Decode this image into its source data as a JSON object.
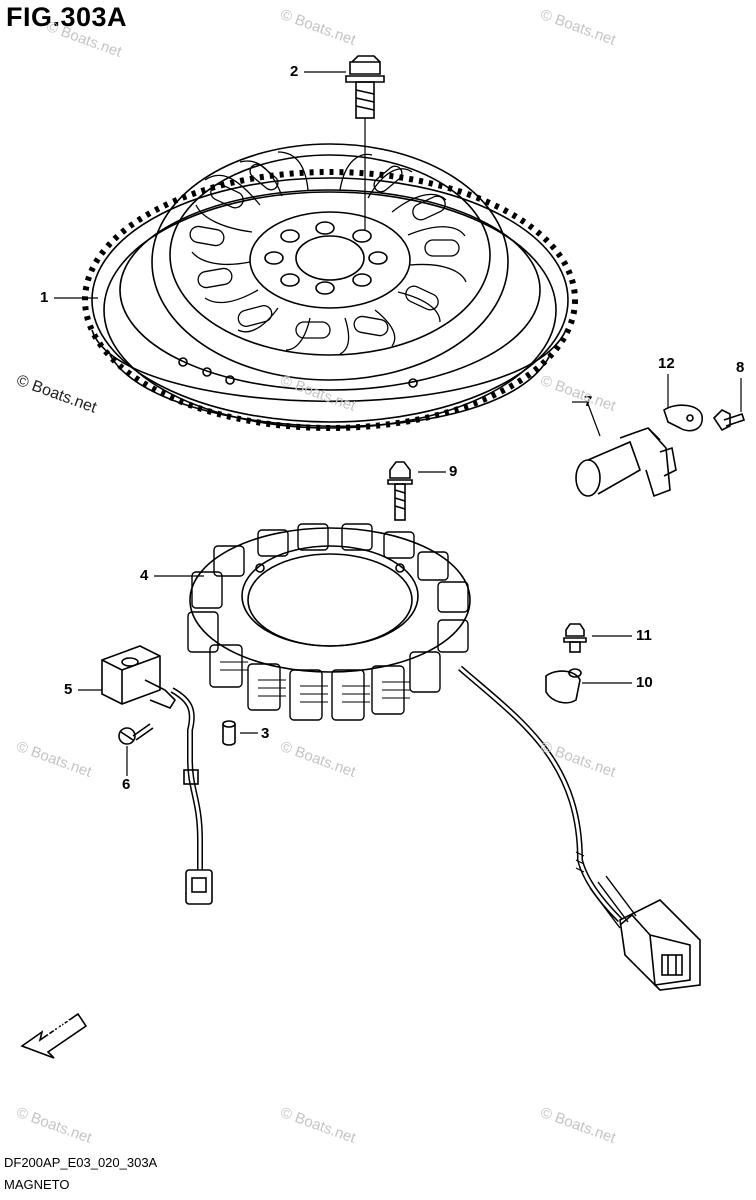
{
  "figure": {
    "title": "FIG.303A",
    "code": "DF200AP_E03_020_303A",
    "name": "MAGNETO"
  },
  "watermark": "© Boats.net",
  "callouts": [
    "1",
    "2",
    "3",
    "4",
    "5",
    "6",
    "7",
    "8",
    "9",
    "10",
    "11",
    "12"
  ],
  "fwd_label": "FWD"
}
